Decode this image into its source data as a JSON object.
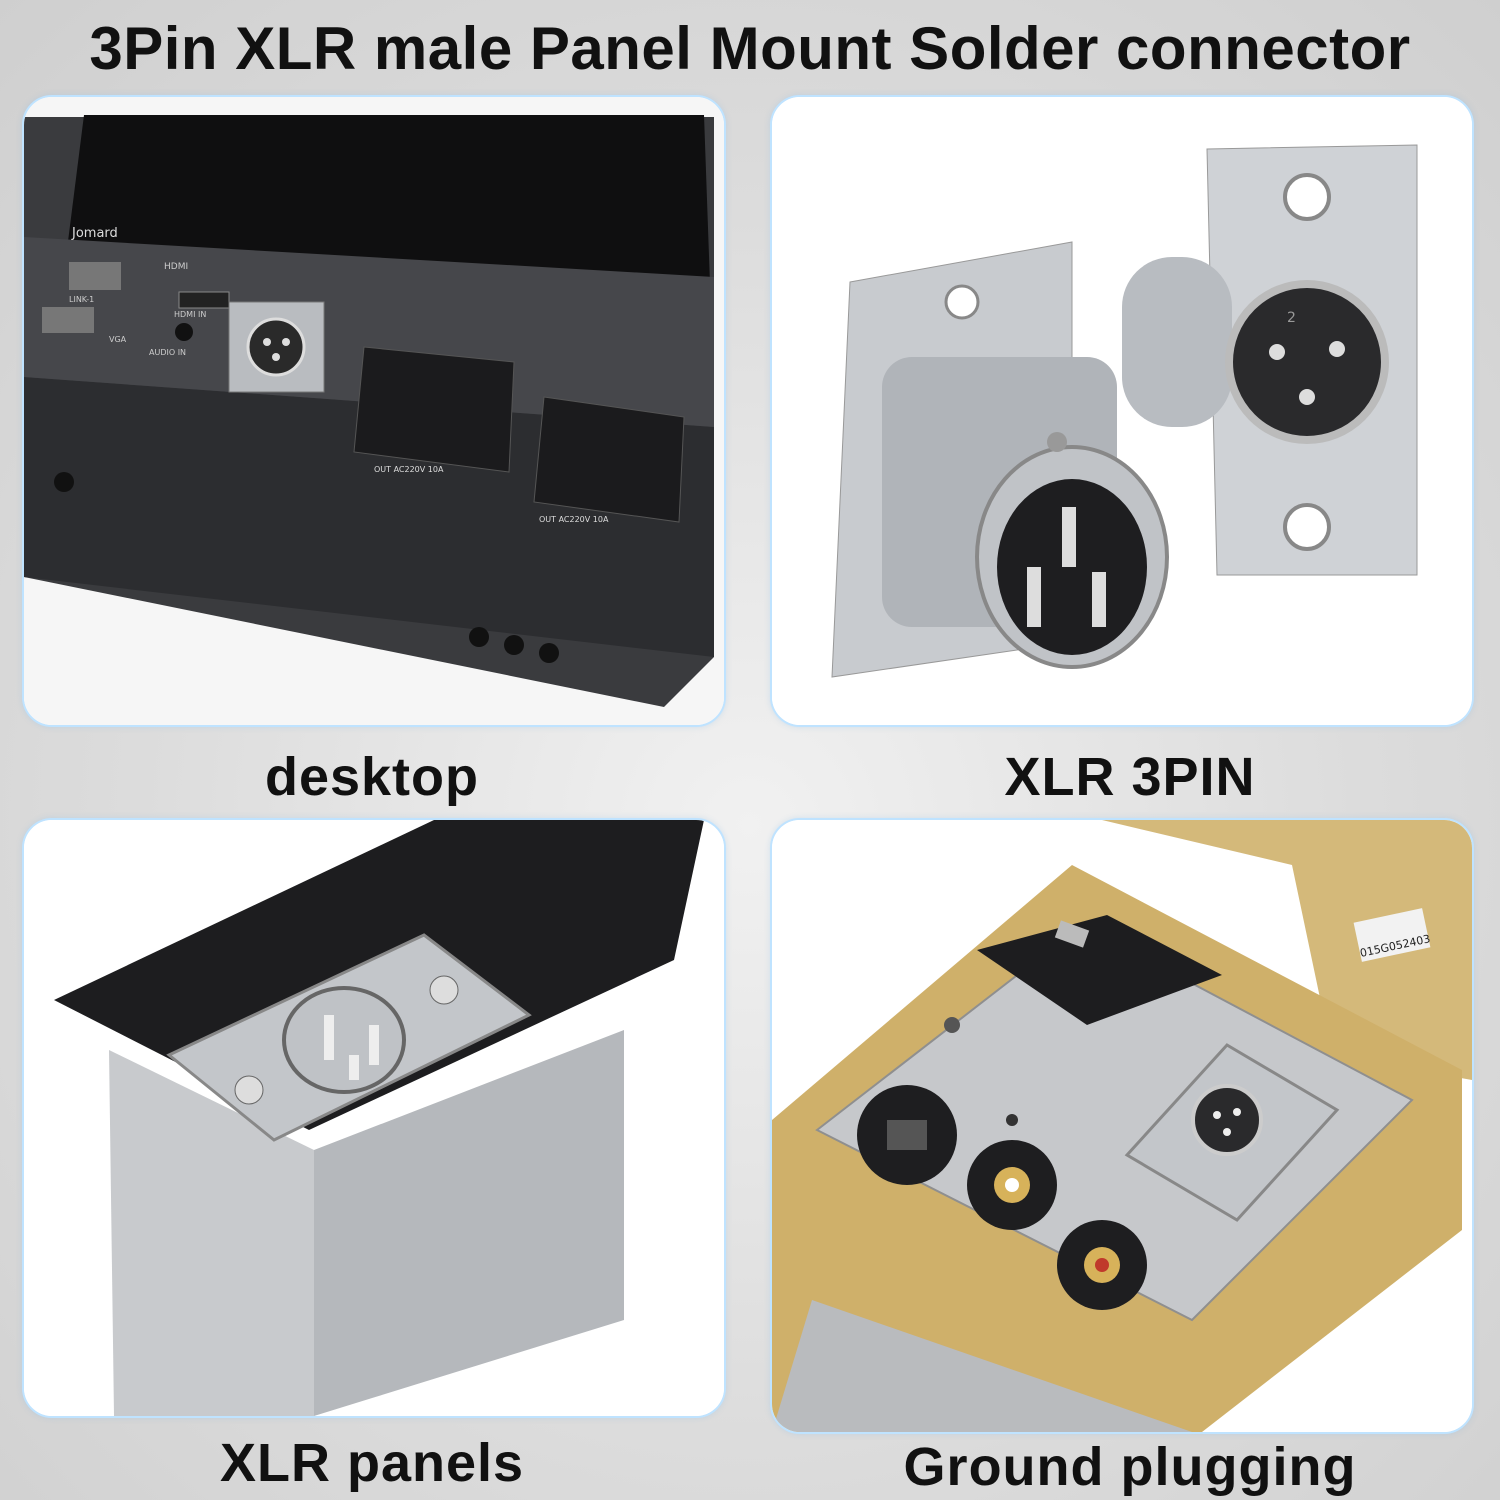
{
  "title": "3Pin XLR male Panel Mount Solder connector",
  "panels": [
    {
      "caption": "desktop",
      "brand": "Jomard",
      "port_labels": [
        "HDMI",
        "HDMI IN",
        "LINK-1",
        "VGA",
        "AUDIO IN"
      ],
      "outlet_labels": [
        "OUT AC220V 10A",
        "OUT AC220V 10A"
      ]
    },
    {
      "caption": "XLR 3PIN",
      "pin_number": "2"
    },
    {
      "caption": "XLR panels"
    },
    {
      "caption": "Ground plugging",
      "barcode_text": "015G052403"
    }
  ],
  "colors": {
    "card_border": "#bfe3ff",
    "metal": "#c9ccd0",
    "gold": "#cfb06a",
    "dark": "#2f2f31"
  }
}
